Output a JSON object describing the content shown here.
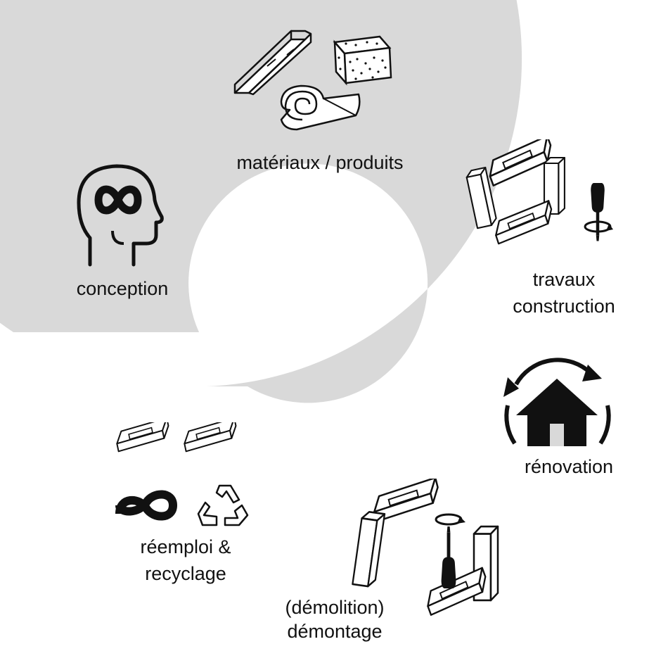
{
  "diagram": {
    "ring_color": "#d9d9d9",
    "stages": [
      {
        "id": "conception",
        "lines": [
          "conception"
        ],
        "icon": "head-infinity-icon"
      },
      {
        "id": "materiaux",
        "lines": [
          "matériaux / produits"
        ],
        "icon": "construction-materials-icon"
      },
      {
        "id": "travaux",
        "lines": [
          "travaux",
          "construction"
        ],
        "icon": "assembly-screwdriver-icon"
      },
      {
        "id": "renovation",
        "lines": [
          "rénovation"
        ],
        "icon": "house-arrows-icon"
      },
      {
        "id": "demontage",
        "lines": [
          "(démolition)",
          "démontage"
        ],
        "icon": "disassembly-screwdriver-icon"
      },
      {
        "id": "reemploi",
        "lines": [
          "réemploi &",
          "recyclage"
        ],
        "icon": "reuse-recycle-icon"
      }
    ]
  }
}
